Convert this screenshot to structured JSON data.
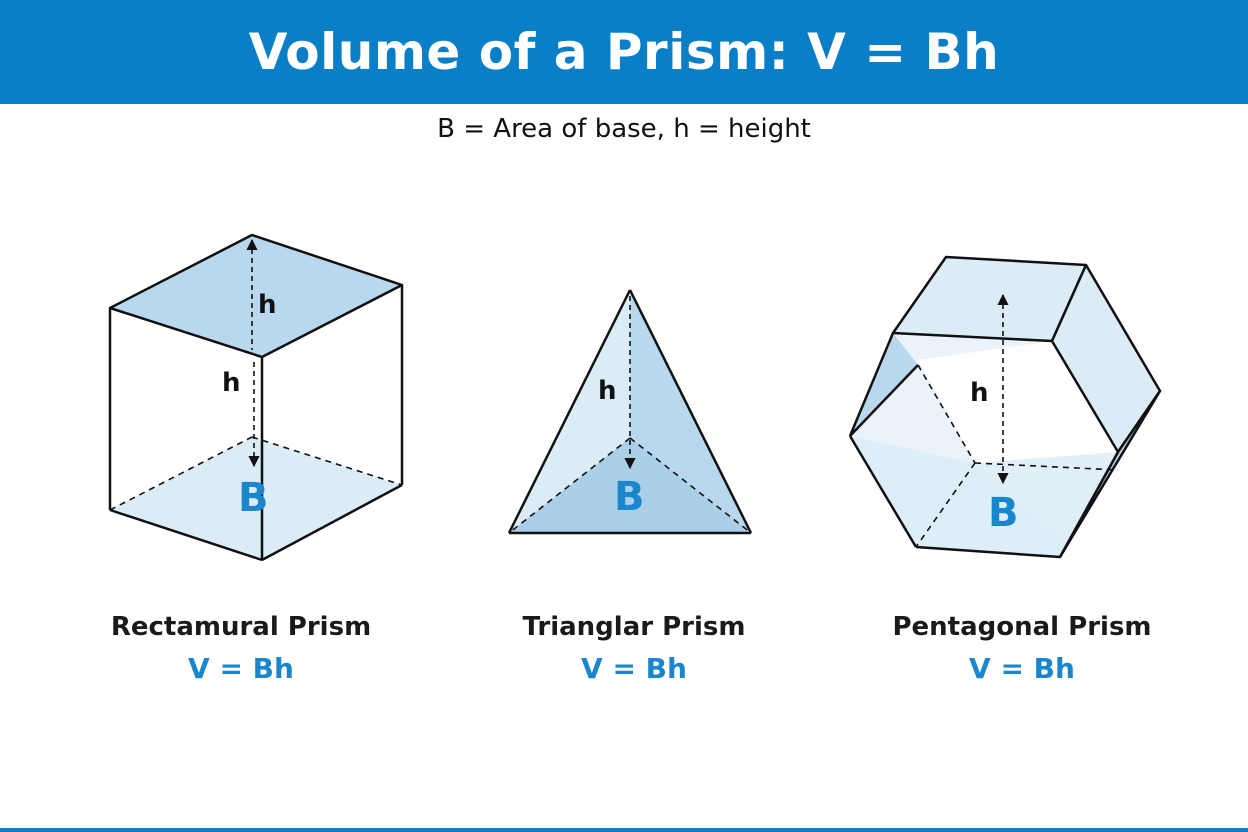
{
  "header": {
    "title": "Volume of a Prism: V = Bh",
    "subtitle": "B = Area of base, h = height"
  },
  "colors": {
    "banner": "#0a7fc7",
    "accent": "#1a86cc",
    "face_light": "#dcecf7",
    "face_medium": "#b9d8ee",
    "edge": "#111111"
  },
  "figures": [
    {
      "name": "Rectamural Prism",
      "formula": "V = Bh",
      "height_label": "h",
      "height_label_2": "h",
      "base_label": "B"
    },
    {
      "name": "Trianglar Prism",
      "formula": "V = Bh",
      "height_label": "h",
      "base_label": "B"
    },
    {
      "name": "Pentagonal Prism",
      "formula": "V = Bh",
      "height_label": "h",
      "base_label": "B"
    }
  ]
}
